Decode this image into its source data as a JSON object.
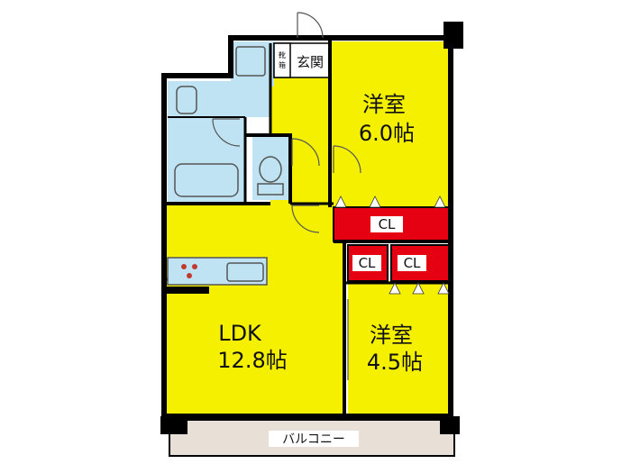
{
  "rooms": {
    "bedroom1": {
      "name": "洋室",
      "size": "6.0帖"
    },
    "bedroom2": {
      "name": "洋室",
      "size": "4.5帖"
    },
    "ldk": {
      "name": "LDK",
      "size": "12.8帖"
    }
  },
  "closets": {
    "cl_top": "CL",
    "cl_left": "CL",
    "cl_right": "CL"
  },
  "entrance": {
    "label": "玄関",
    "shoe_line1": "靴",
    "shoe_line2": "箱"
  },
  "balcony": {
    "label": "バルコニー"
  },
  "colors": {
    "room_fill": "#f5f000",
    "closet_fill": "#e50012",
    "wet_area_fill": "#bfe3f3",
    "balcony_fill": "#e8e0d6",
    "wall": "#000000"
  }
}
